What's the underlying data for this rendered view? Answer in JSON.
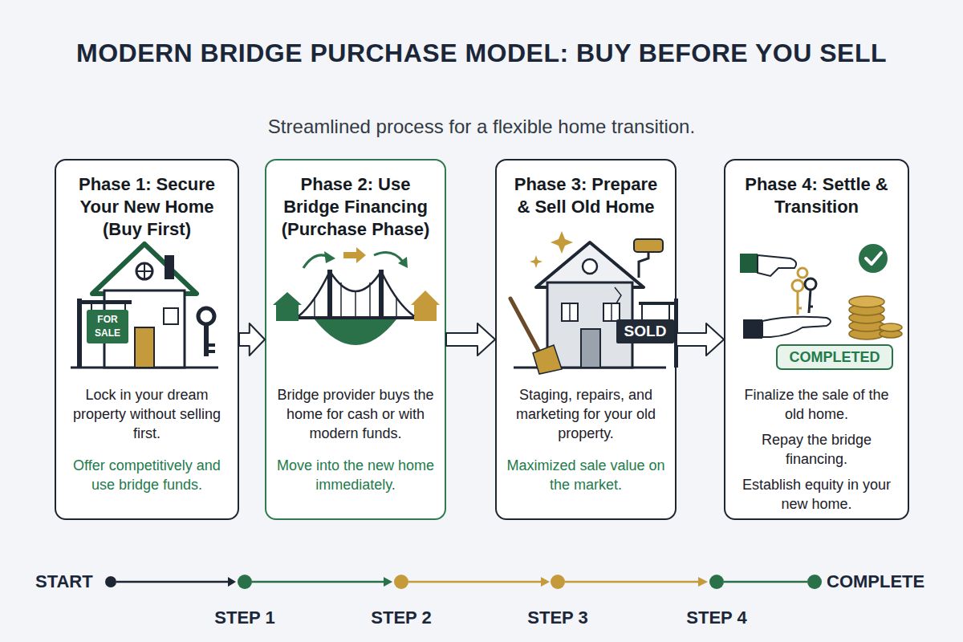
{
  "diagram": {
    "title": "MODERN BRIDGE PURCHASE MODEL: BUY BEFORE YOU SELL",
    "nodes": [
      {
        "text": [
          "Phase 1: Secure Your New Home (Buy First)",
          "Lock in your dream property without selling first.",
          "Offer competitively and use bridge funds."
        ]
      },
      {
        "text": [
          "Phase 2: Use Bridge Financing (Purchase Phase)",
          "Bridge provider buys the home for cash or with modern funds.",
          "Move into the new home immediately."
        ]
      },
      {
        "text": [
          "Phase 3: Prepare & Sell Old Home",
          "Staging, repairs, and marketing for your old property.",
          "Maximized sale value on the market."
        ]
      },
      {
        "text": [
          "Phase 4: Settle & Transition",
          "Finalize the sale of the old home.",
          "Repay the bridge financing.",
          "Establish equity in your new home."
        ]
      }
    ],
    "edges": [
      {
        "from": 0,
        "to": 1,
        "arrow": "to"
      },
      {
        "from": 1,
        "to": 2,
        "arrow": "to"
      },
      {
        "from": 2,
        "to": 3,
        "arrow": "to"
      }
    ],
    "labels": [
      "Streamlined process for a flexible home transition.",
      "FOR SALE",
      "SOLD",
      "COMPLETED",
      "START",
      "STEP 1",
      "STEP 2",
      "STEP 3",
      "STEP 4",
      "COMPLETE"
    ]
  }
}
